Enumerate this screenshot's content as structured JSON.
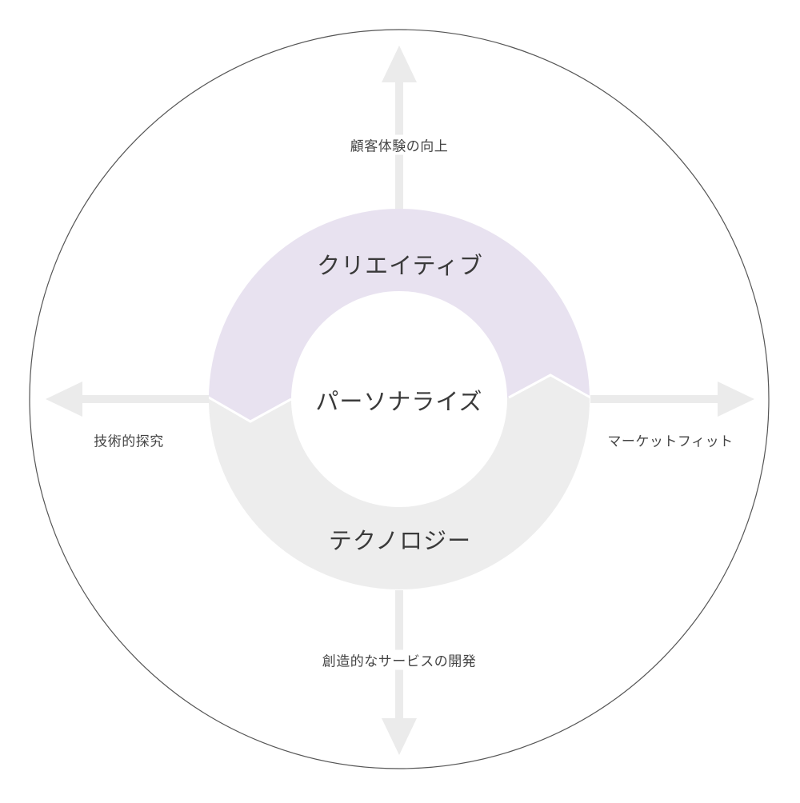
{
  "diagram": {
    "colors": {
      "outer_circle_stroke": "#555555",
      "creative_fill": "#e8e2f0",
      "technology_fill": "#ededed",
      "arrow_fill": "#ebebeb",
      "text": "#444444",
      "background": "#ffffff"
    },
    "center": {
      "label": "パーソナライズ"
    },
    "ring": {
      "top_label": "クリエイティブ",
      "bottom_label": "テクノロジー"
    },
    "axes": {
      "up": "顧客体験の向上",
      "down": "創造的なサービスの開発",
      "left": "技術的探究",
      "right": "マーケットフィット"
    }
  }
}
